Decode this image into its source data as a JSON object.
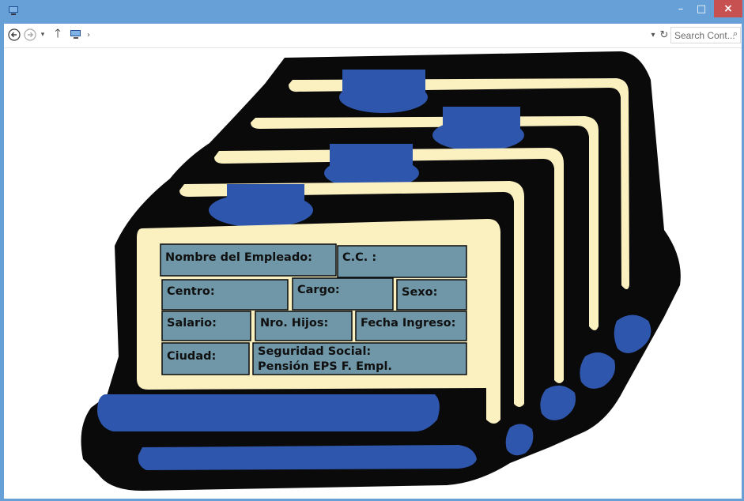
{
  "window": {
    "minimize_glyph": "–",
    "maximize_glyph": "□",
    "close_glyph": "×"
  },
  "navbar": {
    "back_icon": "back-arrow-icon",
    "forward_icon": "forward-arrow-icon",
    "up_icon": "up-arrow-icon",
    "location_icon": "computer-icon",
    "search_placeholder": "Search Cont...",
    "search_icon": "magnifier-icon"
  },
  "card_file": {
    "colors": {
      "outline": "#0a0a0a",
      "card": "#fbf0c0",
      "tab": "#2f56ad",
      "field": "#6f97a8"
    },
    "fields": {
      "nombre": "Nombre del Empleado:",
      "cc": "C.C. :",
      "centro": "Centro:",
      "cargo": "Cargo:",
      "sexo": "Sexo:",
      "salario": "Salario:",
      "hijos": "Nro. Hijos:",
      "fecha": "Fecha Ingreso:",
      "ciudad": "Ciudad:",
      "seguridad_line1": "Seguridad Social:",
      "seguridad_line2": "Pensión EPS F. Empl."
    }
  }
}
